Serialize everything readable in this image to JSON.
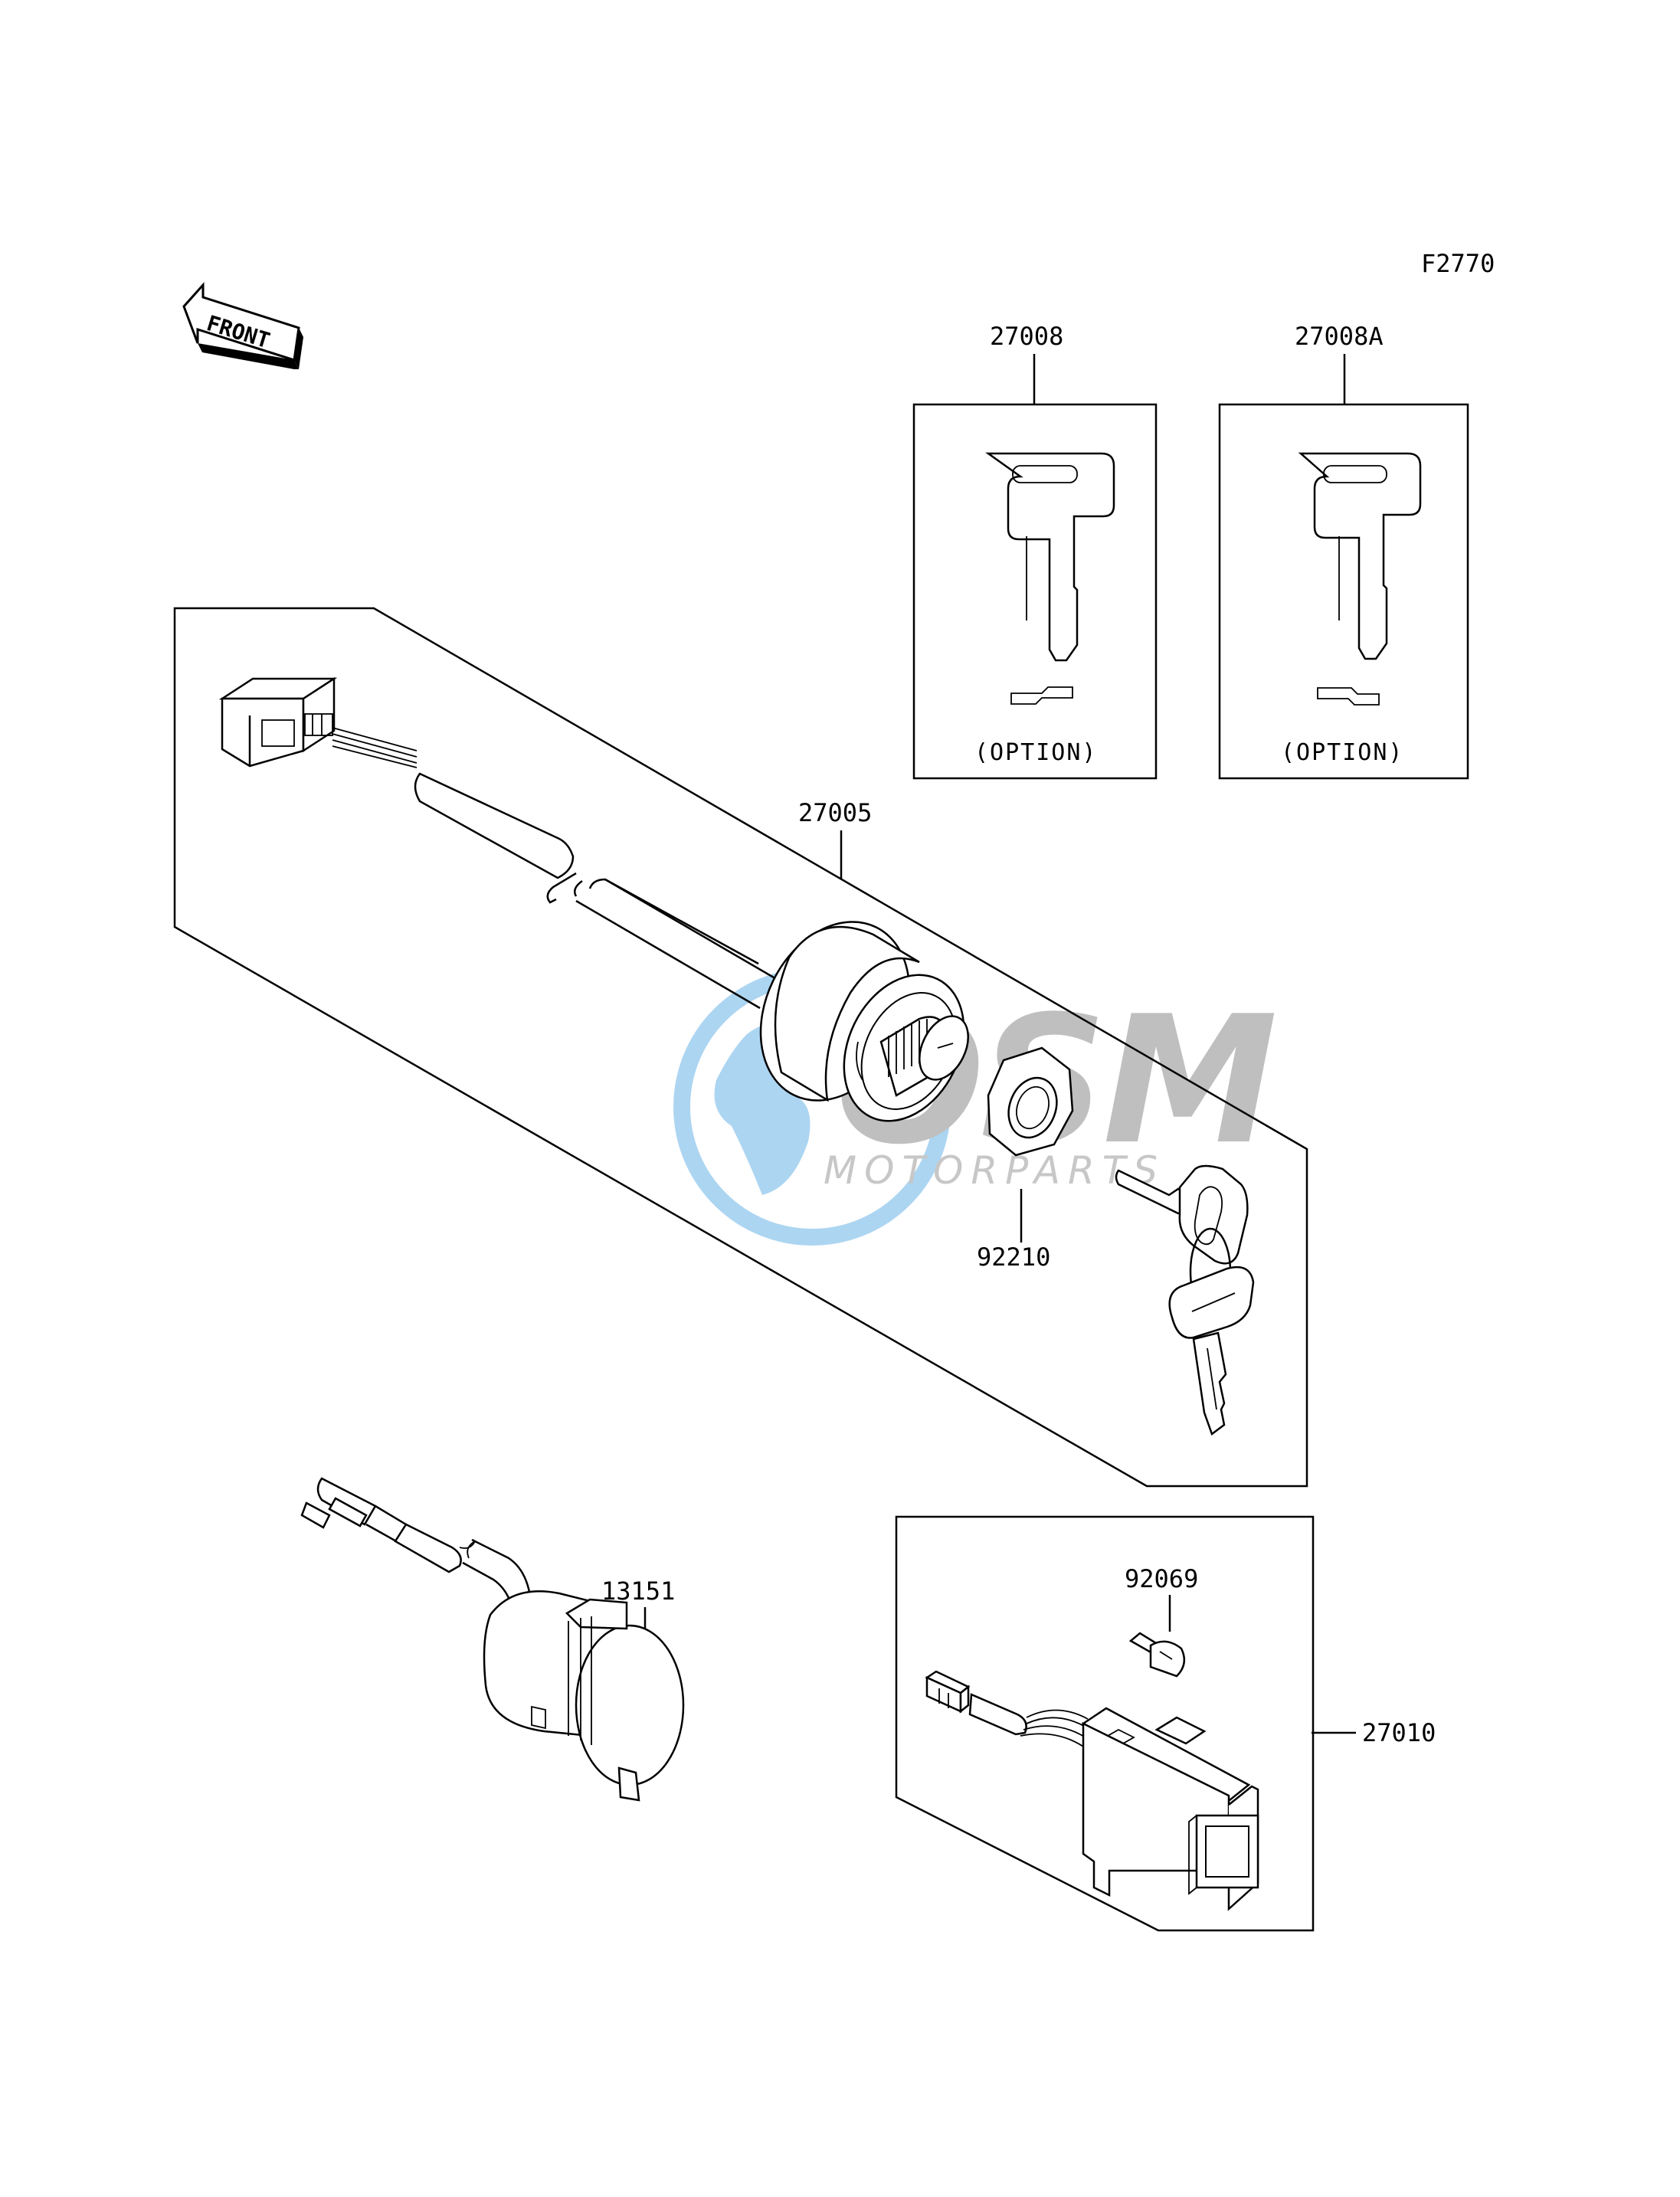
{
  "figure_code": "F2770",
  "front_label": "FRONT",
  "parts": {
    "key_blank_1": {
      "number": "27008",
      "note": "(OPTION)"
    },
    "key_blank_2": {
      "number": "27008A",
      "note": "(OPTION)"
    },
    "ignition_switch": {
      "number": "27005"
    },
    "nut": {
      "number": "92210"
    },
    "socket": {
      "number": "13151"
    },
    "bulb": {
      "number": "92069"
    },
    "switch_assy": {
      "number": "27010"
    }
  },
  "watermark": {
    "brand": "OSM",
    "subtitle": "MOTORPARTS",
    "colors": {
      "globe": "#6ab3e6",
      "text": "#9a9a9a"
    }
  }
}
